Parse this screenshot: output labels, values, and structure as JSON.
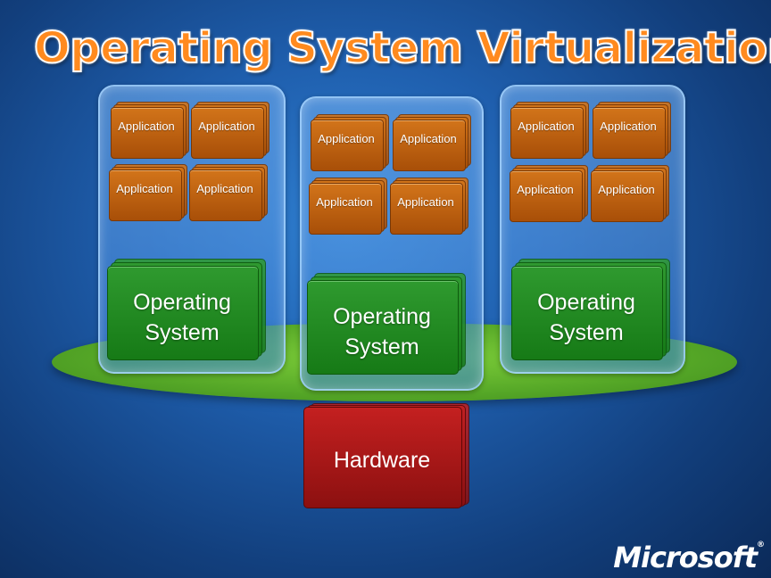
{
  "title": "Operating System Virtualization",
  "app_label": "Application",
  "os_label_line1": "Operating",
  "os_label_line2": "System",
  "hardware_label": "Hardware",
  "brand": "Microsoft",
  "brand_mark": "®",
  "virtual_machines": [
    {
      "applications": [
        "Application",
        "Application",
        "Application",
        "Application"
      ],
      "os": [
        "Operating",
        "System"
      ]
    },
    {
      "applications": [
        "Application",
        "Application",
        "Application",
        "Application"
      ],
      "os": [
        "Operating",
        "System"
      ]
    },
    {
      "applications": [
        "Application",
        "Application",
        "Application",
        "Application"
      ],
      "os": [
        "Operating",
        "System"
      ]
    }
  ],
  "colors": {
    "title": "#ff8a1e",
    "application": "#c0620f",
    "operating_system": "#1f8a1f",
    "hardware": "#b01818",
    "platform": "#6cbd2f",
    "vm_container": "#5aa0e6"
  }
}
